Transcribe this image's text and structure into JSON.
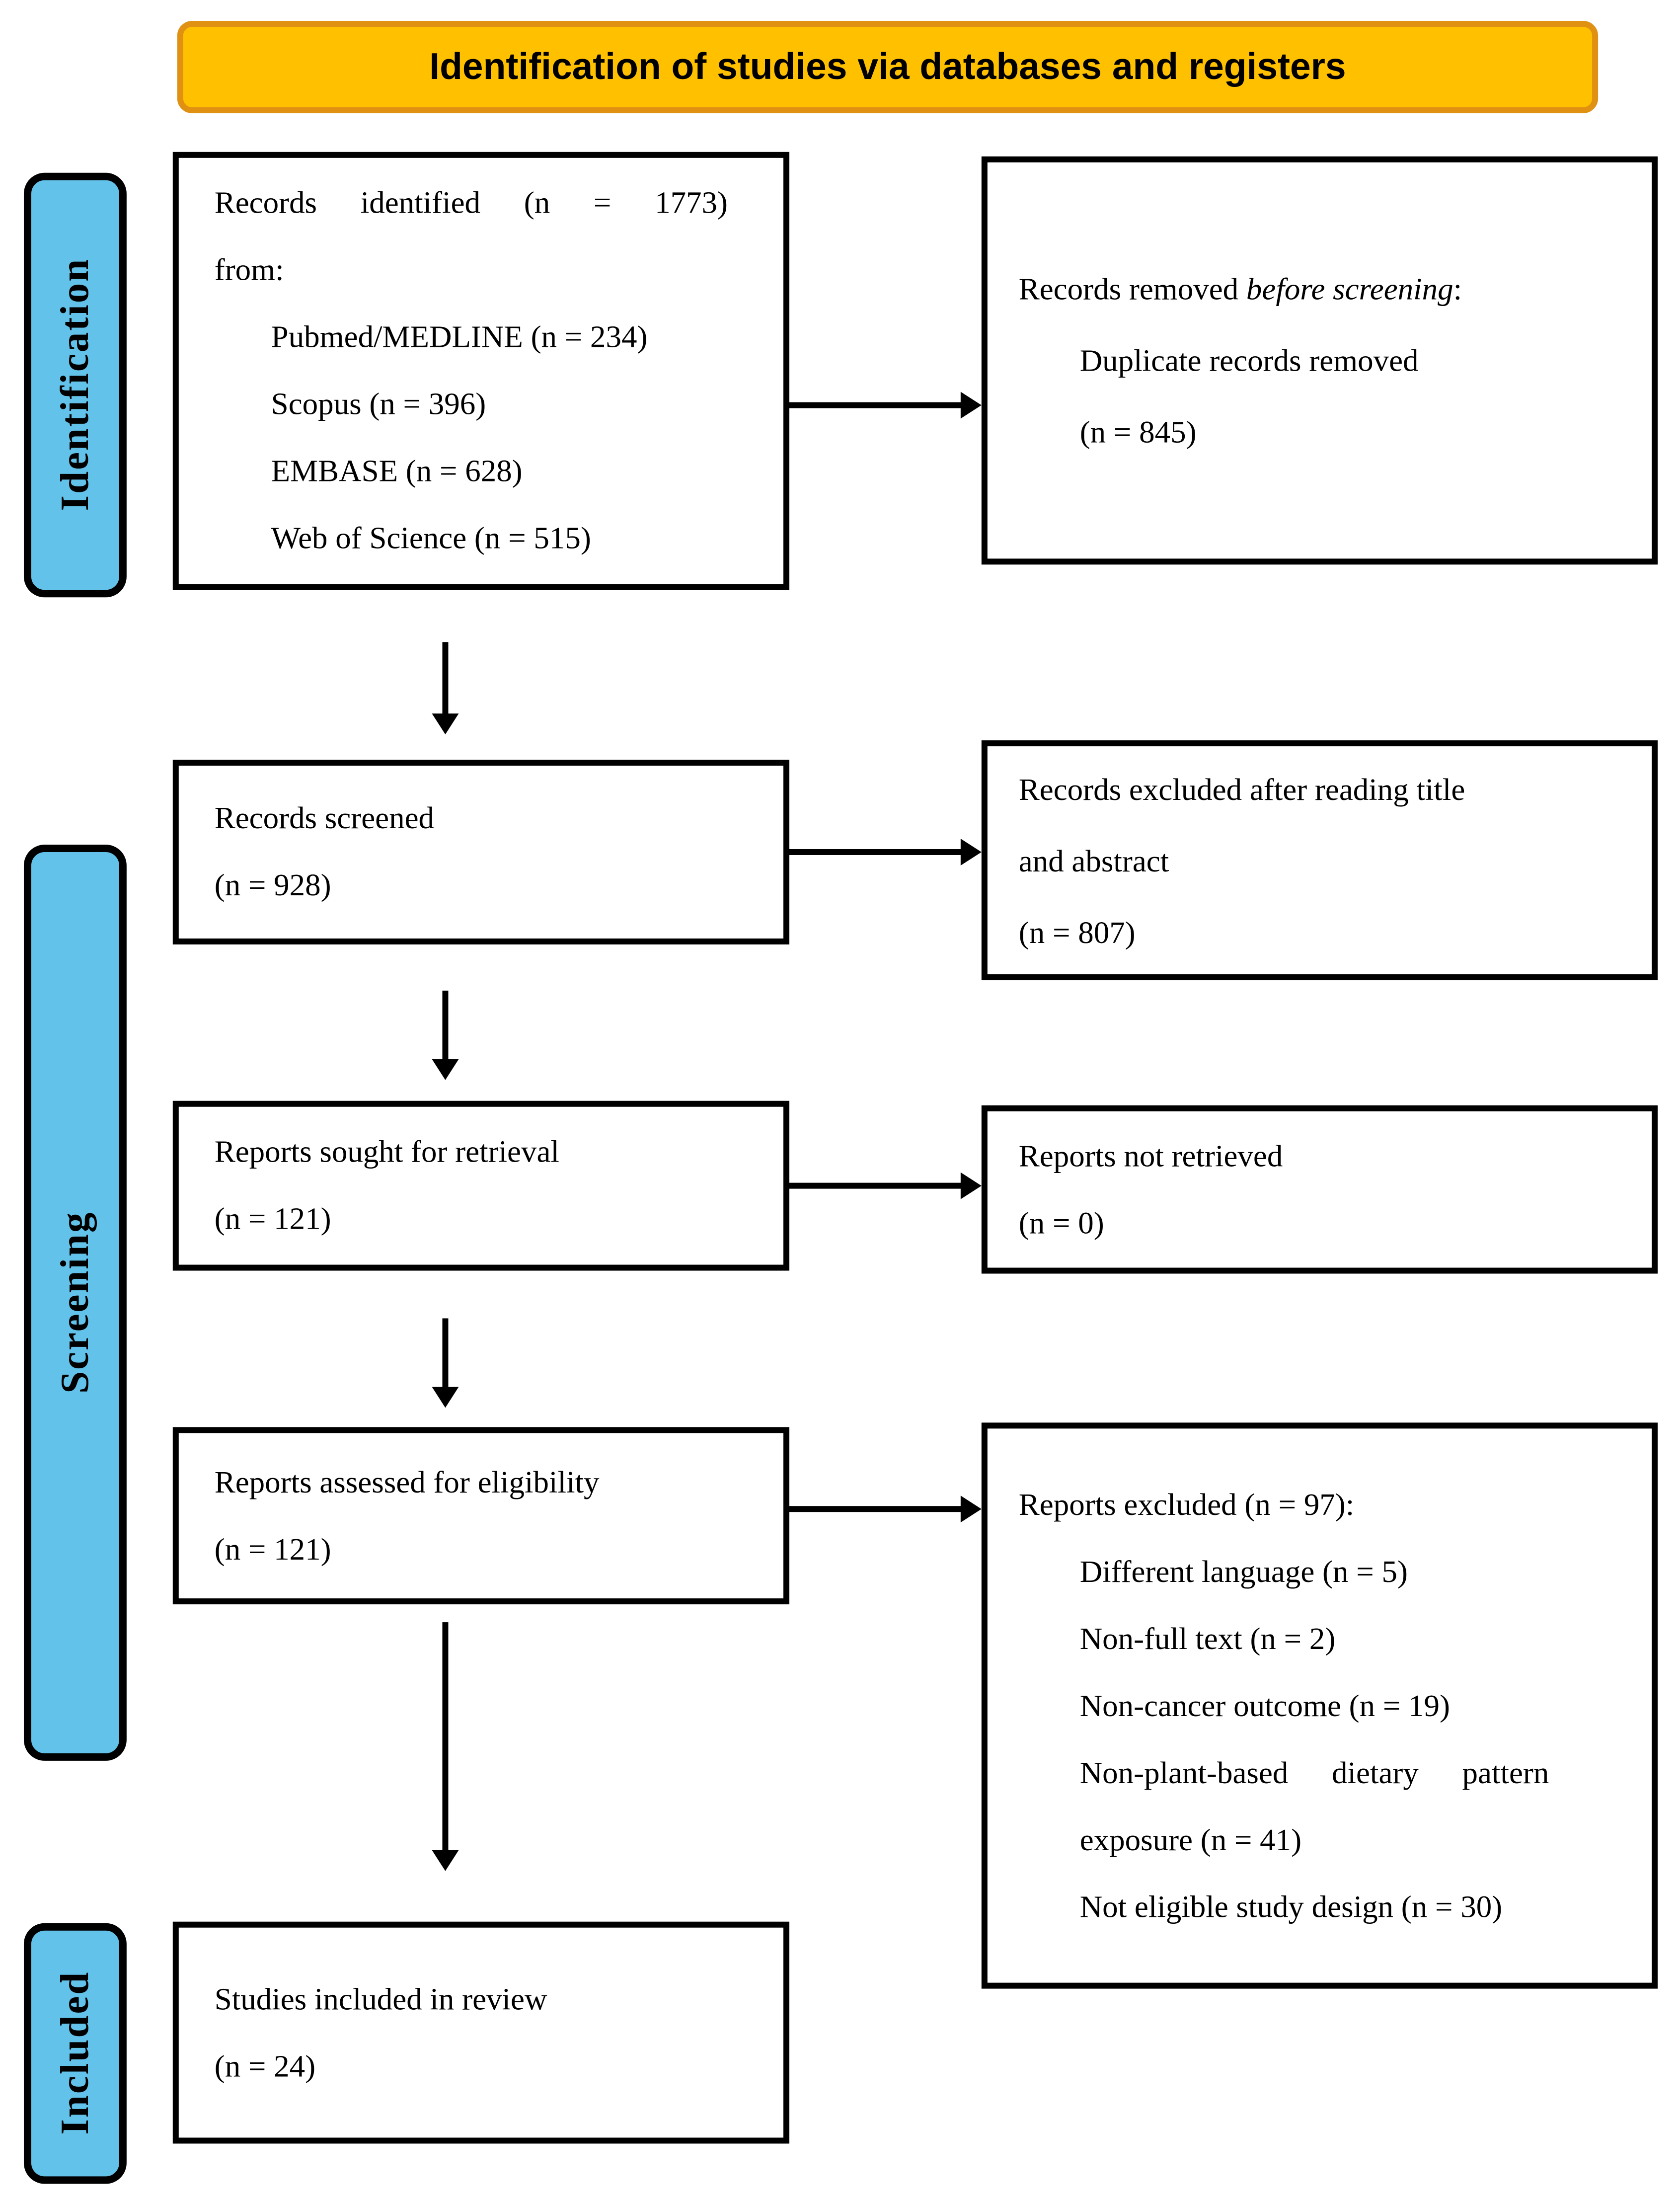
{
  "header": {
    "title": "Identification of studies via databases and registers"
  },
  "sidebars": [
    {
      "label": "Identification"
    },
    {
      "label": "Screening"
    },
    {
      "label": "Included"
    }
  ],
  "boxes": {
    "records_identified": {
      "lines": [
        "Records identified (n = 1773)",
        "from:",
        "Pubmed/MEDLINE (n = 234)",
        "Scopus (n = 396)",
        "EMBASE (n = 628)",
        "Web of Science (n = 515)"
      ]
    },
    "records_removed": {
      "line1_prefix": "Records removed ",
      "line1_italic": "before screening",
      "line1_suffix": ":",
      "line2": "Duplicate records removed",
      "line3": "(n = 845)"
    },
    "records_screened": {
      "line1": "Records screened",
      "line2": "(n = 928)"
    },
    "records_excluded": {
      "line1": "Records excluded after reading title",
      "line2": "and abstract",
      "line3": "(n = 807)"
    },
    "reports_sought": {
      "line1": "Reports sought for retrieval",
      "line2": "(n = 121)"
    },
    "reports_not_retrieved": {
      "line1": "Reports not retrieved",
      "line2": "(n = 0)"
    },
    "reports_assessed": {
      "line1": "Reports assessed for eligibility",
      "line2": "(n = 121)"
    },
    "reports_excluded": {
      "lines": [
        "Reports excluded (n = 97):",
        "Different language (n = 5)",
        "Non-full text (n = 2)",
        "Non-cancer outcome (n = 19)",
        "Non-plant-based dietary pattern",
        "exposure (n = 41)",
        "Not eligible study design (n = 30)"
      ]
    },
    "studies_included": {
      "line1": "Studies included in review",
      "line2": "(n = 24)"
    }
  },
  "colors": {
    "header_bg": "#FFC000",
    "header_border": "#E09112",
    "sidebar_bg": "#62C2E9",
    "box_border": "#000000",
    "arrow": "#000000"
  }
}
